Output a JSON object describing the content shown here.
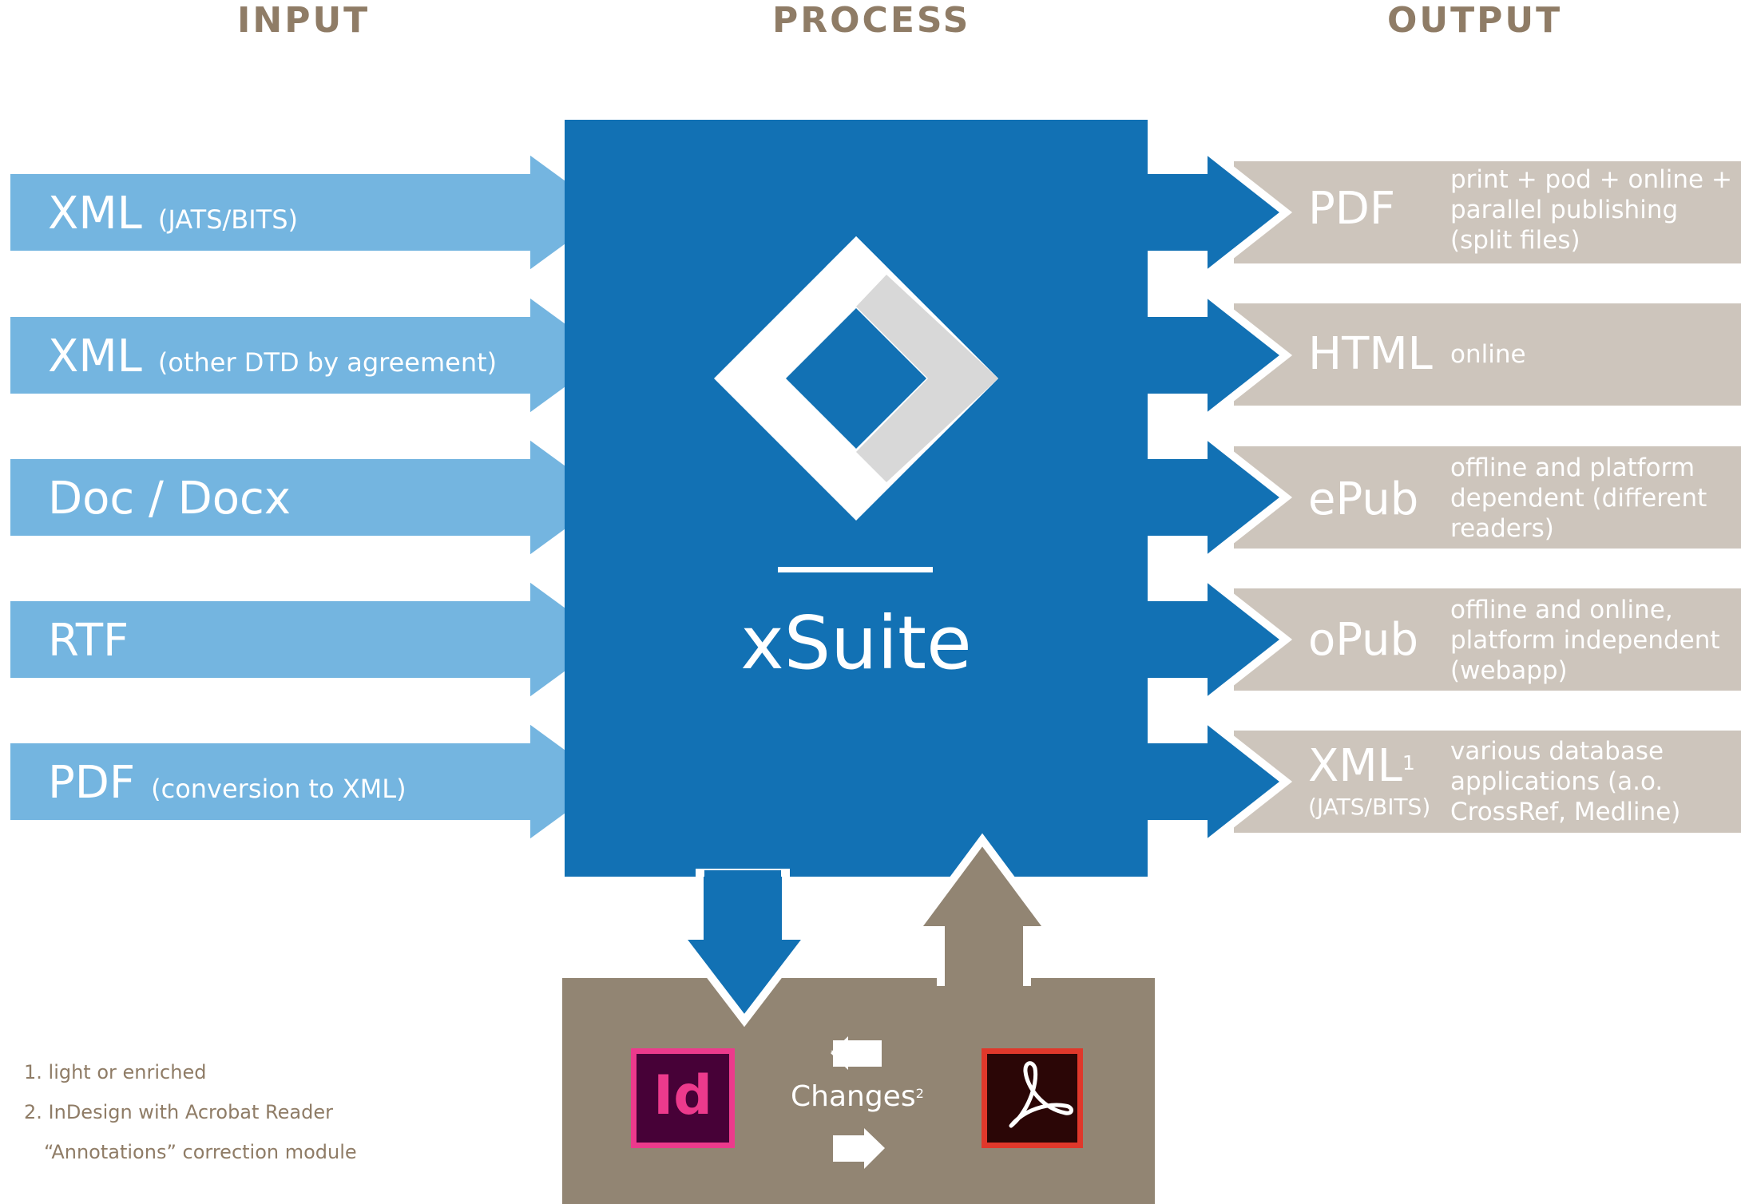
{
  "headers": {
    "input": "INPUT",
    "process": "PROCESS",
    "output": "OUTPUT"
  },
  "inputs": [
    {
      "label": "XML",
      "note": "(JATS/BITS)"
    },
    {
      "label": "XML",
      "note": "(other DTD by agreement)"
    },
    {
      "label": "Doc / Docx",
      "note": ""
    },
    {
      "label": "RTF",
      "note": ""
    },
    {
      "label": "PDF",
      "note": "(conversion to XML)"
    }
  ],
  "process": {
    "name": "xSuite"
  },
  "outputs": [
    {
      "label": "PDF",
      "sup": "",
      "sub": "",
      "desc": "print + pod + online + parallel publishing (split files)"
    },
    {
      "label": "HTML",
      "sup": "",
      "sub": "",
      "desc": "online"
    },
    {
      "label": "ePub",
      "sup": "",
      "sub": "",
      "desc": "offline and platform dependent (different readers)"
    },
    {
      "label": "oPub",
      "sup": "",
      "sub": "",
      "desc": "offline and online, platform independent (webapp)"
    },
    {
      "label": "XML",
      "sup": "1",
      "sub": "(JATS/BITS)",
      "desc": "various database applications (a.o. CrossRef, Medline)"
    }
  ],
  "correction": {
    "changes": "Changes",
    "changes_sup": "2",
    "indesign_text": "Id"
  },
  "footnotes": [
    "1. light or enriched",
    "2. InDesign with Acrobat Reader",
    "“Annotations” correction module"
  ],
  "colors": {
    "input_blue": "#74b5e0",
    "process_blue": "#1271b4",
    "output_gray": "#cdc5bc",
    "brown": "#928573",
    "header": "#8f7c66",
    "indesign_pink": "#ec3a8c",
    "acrobat_red": "#e0382b"
  }
}
